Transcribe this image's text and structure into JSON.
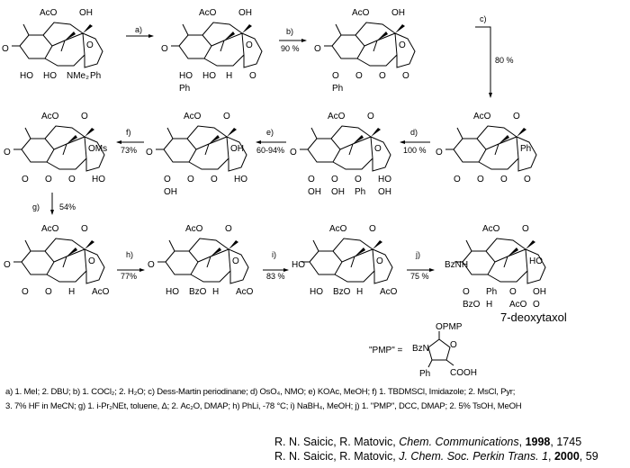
{
  "compounds": {
    "c1": {
      "labels": [
        "AcO",
        "OH",
        "O",
        "HO",
        "HO",
        "NMe₂",
        "Ph",
        "O"
      ]
    },
    "c2": {
      "labels": [
        "AcO",
        "OH",
        "O",
        "HO",
        "HO",
        "H",
        "O",
        "O",
        "Ph"
      ]
    },
    "c3": {
      "labels": [
        "AcO",
        "OH",
        "O",
        "O",
        "O",
        "O",
        "O",
        "O",
        "Ph"
      ]
    },
    "c4": {
      "labels": [
        "AcO",
        "O",
        "O",
        "O",
        "O",
        "O",
        "O",
        "Ph"
      ]
    },
    "c5": {
      "labels": [
        "AcO",
        "O",
        "O",
        "O",
        "O",
        "O",
        "HO",
        "O",
        "OH",
        "OH",
        "Ph",
        "OH"
      ]
    },
    "c6": {
      "labels": [
        "AcO",
        "O",
        "O",
        "O",
        "O",
        "O",
        "HO",
        "OH",
        "OH"
      ]
    },
    "c7": {
      "labels": [
        "AcO",
        "O",
        "O",
        "O",
        "O",
        "O",
        "HO",
        "OMs"
      ]
    },
    "c8": {
      "labels": [
        "AcO",
        "O",
        "O",
        "O",
        "O",
        "H",
        "AcO",
        "O"
      ]
    },
    "c9": {
      "labels": [
        "AcO",
        "O",
        "O",
        "HO",
        "BzO",
        "H",
        "AcO",
        "O"
      ]
    },
    "c10": {
      "labels": [
        "AcO",
        "O",
        "HO",
        "HO",
        "BzO",
        "H",
        "AcO",
        "O"
      ]
    },
    "c11": {
      "labels": [
        "AcO",
        "O",
        "BzNH",
        "O",
        "Ph",
        "O",
        "OH",
        "HO",
        "BzO",
        "H",
        "AcO",
        "O"
      ]
    }
  },
  "final_name": "7-deoxytaxol",
  "pmp": {
    "lhs": "\"PMP\" =",
    "labels": [
      "OPMP",
      "BzN",
      "O",
      "Ph",
      "COOH"
    ]
  },
  "steps": [
    {
      "label": "a)",
      "yield": ""
    },
    {
      "label": "b)",
      "yield": "90 %"
    },
    {
      "label": "c)",
      "yield": "80 %"
    },
    {
      "label": "d)",
      "yield": "100 %"
    },
    {
      "label": "e)",
      "yield": "60-94%"
    },
    {
      "label": "f)",
      "yield": "73%"
    },
    {
      "label": "g)",
      "yield": "54%"
    },
    {
      "label": "h)",
      "yield": "77%"
    },
    {
      "label": "i)",
      "yield": "83 %"
    },
    {
      "label": "j)",
      "yield": "75 %"
    }
  ],
  "footnote": [
    "a) 1. MeI; 2. DBU; b) 1. COCl₂; 2. H₂O; c) Dess-Martin periodinane; d) OsO₄, NMO; e) KOAc, MeOH; f) 1. TBDMSCl, Imidazole; 2. MsCl, Pyr;",
    "3. 7% HF in MeCN; g) 1. i-Pr₂NEt, toluene, Δ; 2. Ac₂O, DMAP; h) PhLi, -78 °C; i) NaBH₄, MeOH; j) 1. \"PMP\", DCC, DMAP; 2. 5% TsOH, MeOH"
  ],
  "citations": [
    {
      "authors": "R. N. Saicic, R. Matovic, ",
      "journal": "Chem. Communications",
      "sep": ", ",
      "year": "1998",
      "pages": ", 1745"
    },
    {
      "authors": "R. N. Saicic, R. Matovic, ",
      "journal": "J. Chem. Soc. Perkin Trans. 1",
      "sep": ", ",
      "year": "2000",
      "pages": ", 59"
    }
  ]
}
